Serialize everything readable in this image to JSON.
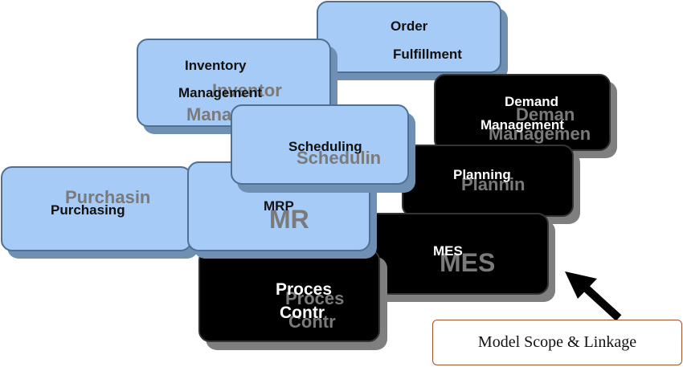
{
  "boxes": {
    "order_fulfillment": {
      "line1": "Order",
      "line2": "Fulfillment"
    },
    "inventory_management": {
      "line1": "Inventory",
      "line2": "Management",
      "ghost1": "Inventor",
      "ghost2": "Managemen"
    },
    "scheduling": {
      "label": "Scheduling",
      "ghost": "Schedulin"
    },
    "demand_management": {
      "line1": "Demand",
      "line2": "Management",
      "ghost1": "Deman",
      "ghost2": "Managemen"
    },
    "planning": {
      "label": "Planning",
      "ghost": "Plannin"
    },
    "purchasing": {
      "label": "Purchasing",
      "ghost": "Purchasin"
    },
    "mrp": {
      "label": "MRP",
      "ghost": "MR"
    },
    "mes": {
      "label": "MES",
      "ghost": "MES"
    },
    "process_control": {
      "line1": "Proces",
      "line2": "Contr",
      "ghost1": "Proces",
      "ghost2": "Contr"
    }
  },
  "callout": {
    "text": "Model Scope & Linkage"
  },
  "colors": {
    "light_box": "#a6cbf7",
    "dark_box": "#000000",
    "callout_border": "#a0522d"
  }
}
